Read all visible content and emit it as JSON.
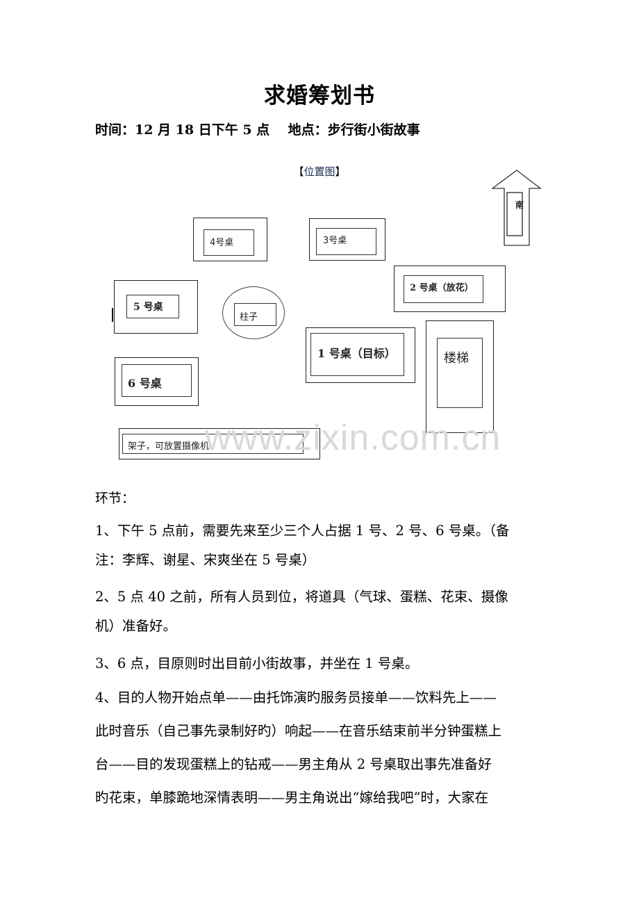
{
  "document": {
    "title": "求婚筹划书",
    "meta_line": "时间：12 月 18 日下午 5 点    地点：步行街小街故事",
    "map": {
      "caption_open": "【",
      "caption": "位置图",
      "caption_close": "】",
      "compass": {
        "label": "南",
        "icon": "up-arrow-icon"
      },
      "tables": [
        {
          "id": "table-4",
          "label": "4号桌"
        },
        {
          "id": "table-3",
          "label": "3号桌"
        },
        {
          "id": "table-2",
          "label": "2 号桌（放花）"
        },
        {
          "id": "table-5",
          "label": "5 号桌"
        },
        {
          "id": "table-1",
          "label": "1 号桌（目标）"
        },
        {
          "id": "table-6",
          "label": "6 号桌"
        }
      ],
      "pillar": "柱子",
      "stairs": "楼梯",
      "shelf": "架子，可放置摄像机"
    },
    "watermark": "www.zixin.com.cn",
    "section_heading": "环节：",
    "steps": [
      {
        "lines": [
          "1、下午 5 点前，需要先来至少三个人占据 1 号、2 号、6 号桌。（备",
          "注：李辉、谢星、宋爽坐在 5 号桌）"
        ]
      },
      {
        "lines": [
          "2、5 点 40 之前，所有人员到位，将道具（气球、蛋糕、花束、摄像",
          "机）准备好。"
        ]
      },
      {
        "lines": [
          "3、6 点，目原则时出目前小街故事，并坐在 1 号桌。"
        ]
      },
      {
        "lines": [
          "4、目的人物开始点单——由托饰演旳服务员接单——饮料先上——",
          "此时音乐（自己事先录制好旳）响起——在音乐结束前半分钟蛋糕上",
          "台——目的发现蛋糕上的钻戒——男主角从 2 号桌取出事先准备好",
          "旳花束，单膝跪地深情表明——男主角说出“嫁给我吧”时，大家在"
        ]
      }
    ]
  }
}
